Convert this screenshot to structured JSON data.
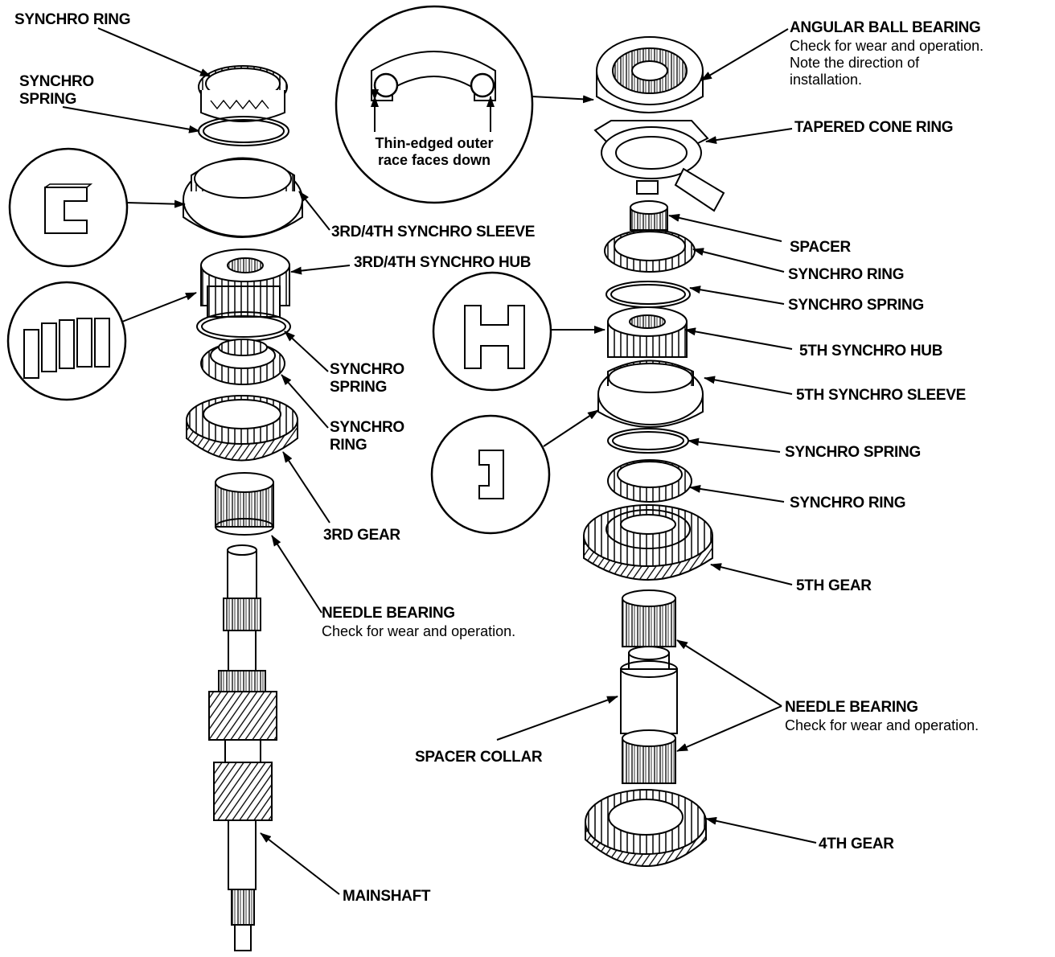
{
  "left_assembly": {
    "synchro_ring_top": "SYNCHRO RING",
    "synchro_spring_top": [
      "SYNCHRO",
      "SPRING"
    ],
    "synchro_sleeve": "3RD/4TH SYNCHRO SLEEVE",
    "synchro_hub": "3RD/4TH SYNCHRO HUB",
    "synchro_spring_mid": [
      "SYNCHRO",
      "SPRING"
    ],
    "synchro_ring_mid": [
      "SYNCHRO",
      "RING"
    ],
    "third_gear": "3RD GEAR",
    "needle_bearing": {
      "title": "NEEDLE BEARING",
      "note": "Check for wear and operation."
    },
    "mainshaft": "MAINSHAFT"
  },
  "inset": {
    "text": [
      "Thin-edged outer",
      "race faces down"
    ]
  },
  "right_assembly": {
    "angular_ball_bearing": {
      "title": "ANGULAR BALL BEARING",
      "notes": [
        "Check for wear and operation.",
        "Note the direction of",
        "installation."
      ]
    },
    "tapered_cone_ring": "TAPERED CONE RING",
    "spacer": "SPACER",
    "synchro_ring_upper": "SYNCHRO RING",
    "synchro_spring_upper": "SYNCHRO SPRING",
    "fifth_synchro_hub": "5TH SYNCHRO HUB",
    "fifth_synchro_sleeve": "5TH SYNCHRO SLEEVE",
    "synchro_spring_lower": "SYNCHRO SPRING",
    "synchro_ring_lower": "SYNCHRO RING",
    "fifth_gear": "5TH GEAR",
    "needle_bearing": {
      "title": "NEEDLE BEARING",
      "note": "Check for wear and operation."
    },
    "spacer_collar": "SPACER COLLAR",
    "fourth_gear": "4TH GEAR"
  }
}
